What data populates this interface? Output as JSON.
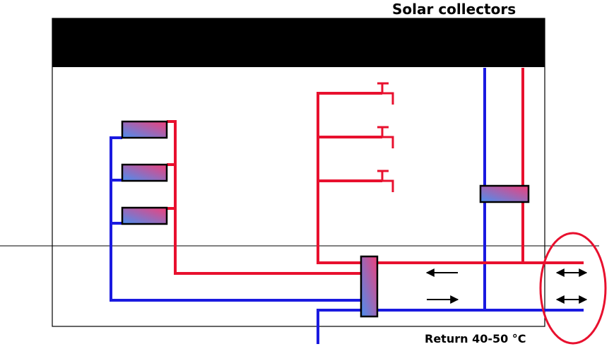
{
  "title": "Solar collectors",
  "return_label": "Return 40-50 °C",
  "colors": {
    "hot_pipe": "#e8102e",
    "cold_pipe": "#1a1ae0",
    "collector_band": "#000000",
    "outline": "#000000",
    "highlight_ellipse": "#e8102e",
    "gradient_start": "#4a8ff0",
    "gradient_end": "#f0407a"
  },
  "components": {
    "radiators": 3,
    "taps": 3,
    "heat_exchangers": 2,
    "flow_arrows": [
      "left",
      "right"
    ],
    "network_arrows": [
      "bidirectional",
      "bidirectional"
    ]
  }
}
